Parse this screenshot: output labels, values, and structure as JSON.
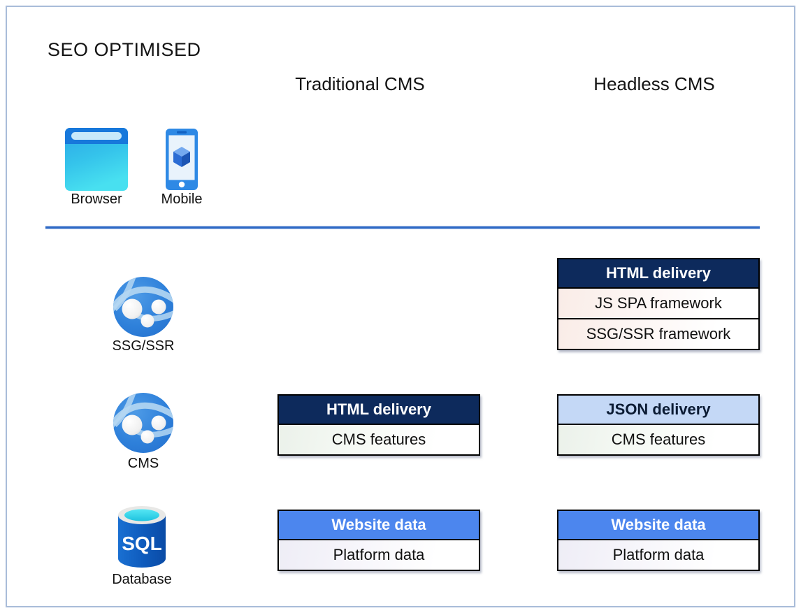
{
  "title": "SEO OPTIMISED",
  "columns": {
    "traditional": "Traditional CMS",
    "headless": "Headless CMS"
  },
  "clients": [
    {
      "label": "Browser",
      "icon": "browser-icon"
    },
    {
      "label": "Mobile",
      "icon": "mobile-icon"
    }
  ],
  "tiers": [
    {
      "label": "SSG/SSR",
      "icon": "globe-nodes-icon"
    },
    {
      "label": "CMS",
      "icon": "globe-nodes-icon"
    },
    {
      "label": "Database",
      "icon": "sql-database-icon"
    }
  ],
  "icons": {
    "sql_label": "SQL"
  },
  "stacks": {
    "headless_ssg": {
      "header": "HTML delivery",
      "header_style": "navy",
      "rows": [
        "JS SPA framework",
        "SSG/SSR framework"
      ]
    },
    "traditional_cms": {
      "header": "HTML delivery",
      "header_style": "navy",
      "rows": [
        "CMS features"
      ]
    },
    "headless_cms": {
      "header": "JSON delivery",
      "header_style": "light-blue",
      "rows": [
        "CMS features"
      ]
    },
    "traditional_db": {
      "header": "Website data",
      "header_style": "blue",
      "rows": [
        "Platform data"
      ]
    },
    "headless_db": {
      "header": "Website data",
      "header_style": "blue",
      "rows": [
        "Platform data"
      ]
    }
  },
  "colors": {
    "navy_header": "#0D2A5C",
    "light_blue_header": "#C4D8F6",
    "blue_header": "#4C86EE",
    "divider_line": "#2E6AC6",
    "page_border": "#A9BCD9",
    "browser_top": "#1778DB",
    "browser_body": "#3BCBEC",
    "phone_frame": "#2E89E5",
    "globe_blue": "#2B7CD7",
    "sql_cylinder": "#0F5CBE",
    "sql_top": "#35D3EA"
  }
}
